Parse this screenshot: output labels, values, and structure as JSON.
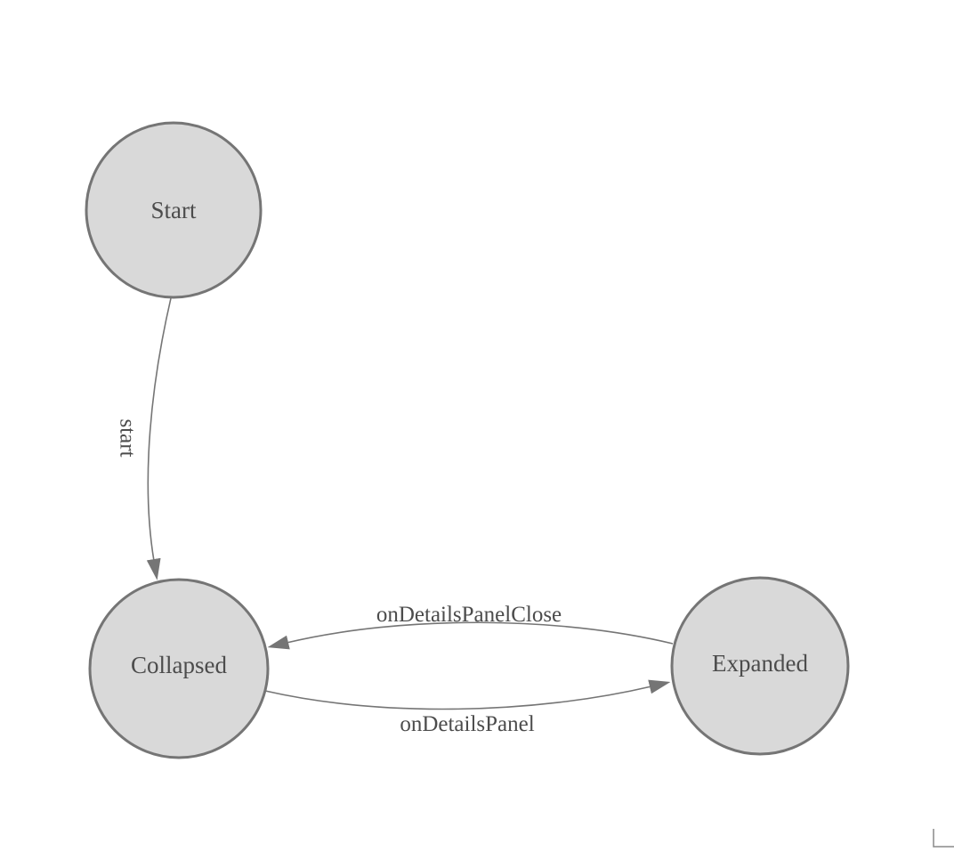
{
  "diagram": {
    "kind": "state-machine",
    "nodes": [
      {
        "id": "Start",
        "label": "Start"
      },
      {
        "id": "Collapsed",
        "label": "Collapsed"
      },
      {
        "id": "Expanded",
        "label": "Expanded"
      }
    ],
    "edges": [
      {
        "from": "Start",
        "to": "Collapsed",
        "label": "start"
      },
      {
        "from": "Expanded",
        "to": "Collapsed",
        "label": "onDetailsPanelClose"
      },
      {
        "from": "Collapsed",
        "to": "Expanded",
        "label": "onDetailsPanel"
      }
    ],
    "colors": {
      "background": "#ffffff",
      "node_fill": "#d9d9d9",
      "node_stroke": "#757575",
      "edge_stroke": "#757575",
      "text": "#4c4c4c"
    }
  }
}
